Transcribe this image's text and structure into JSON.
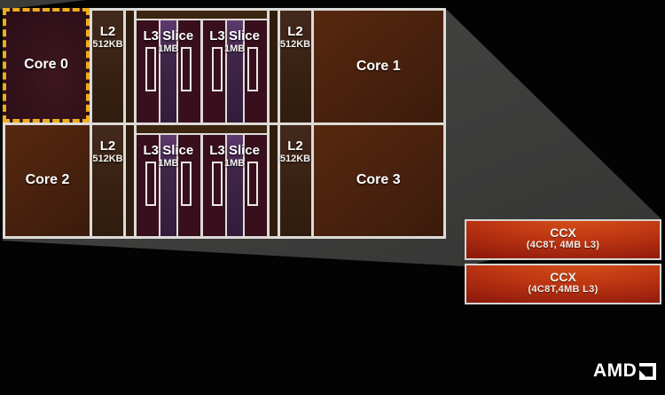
{
  "die": {
    "rows": [
      {
        "core_left": {
          "label": "Core 0"
        },
        "l2_left": {
          "title": "L2",
          "size": "512KB"
        },
        "l3_left": {
          "title": "L3 Slice",
          "size": "1MB"
        },
        "l3_right": {
          "title": "L3 Slice",
          "size": "1MB"
        },
        "l2_right": {
          "title": "L2",
          "size": "512KB"
        },
        "core_right": {
          "label": "Core 1"
        }
      },
      {
        "core_left": {
          "label": "Core 2"
        },
        "l2_left": {
          "title": "L2",
          "size": "512KB"
        },
        "l3_left": {
          "title": "L3 Slice",
          "size": "1MB"
        },
        "l3_right": {
          "title": "L3 Slice",
          "size": "1MB"
        },
        "l2_right": {
          "title": "L2",
          "size": "512KB"
        },
        "core_right": {
          "label": "Core 3"
        }
      }
    ]
  },
  "callout": {
    "boxes": [
      {
        "title": "CCX",
        "subtitle": "(4C8T, 4MB L3)"
      },
      {
        "title": "CCX",
        "subtitle": "(4C8T,4MB L3)"
      }
    ]
  },
  "brand": {
    "wordmark": "AMD"
  },
  "colors": {
    "highlight_dash": "#eead1f",
    "grid_line": "#dcdbd7",
    "beam_gray": "#3d3d3d",
    "ccx_red": "#bc3512",
    "l3_purple": "#402549"
  }
}
